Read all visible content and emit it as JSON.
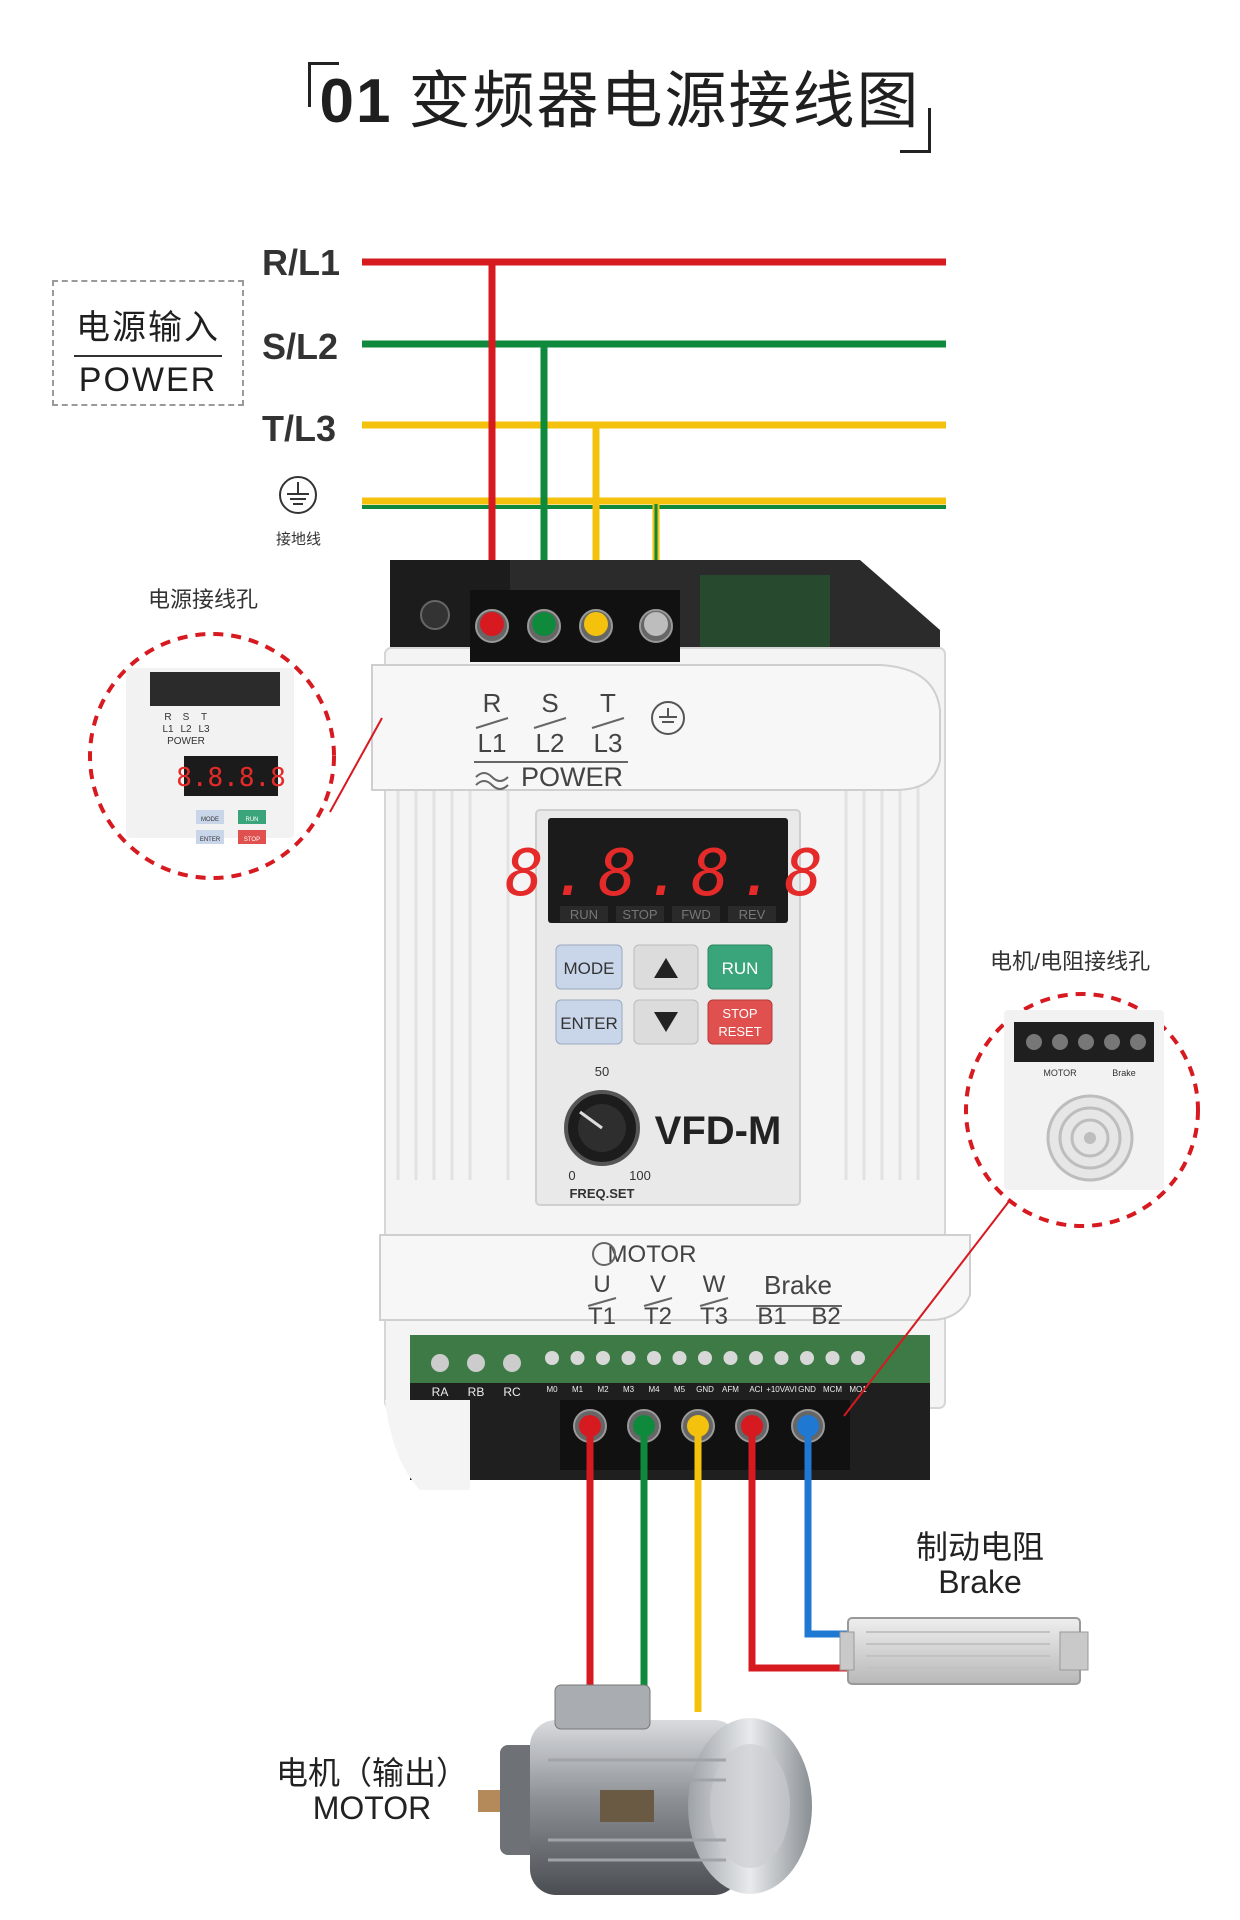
{
  "title": {
    "number": "01",
    "text": "变频器电源接线图"
  },
  "power_lines": {
    "r": "R/L1",
    "s": "S/L2",
    "t": "T/L3",
    "ground_label": "接地线"
  },
  "power_box": {
    "cn": "电源输入",
    "en": "POWER"
  },
  "callouts": {
    "left_title": "电源接线孔",
    "right_title": "电机/电阻接线孔"
  },
  "device": {
    "terminals_top": [
      "R",
      "S",
      "T"
    ],
    "terminals_top_sub": [
      "L1",
      "L2",
      "L3"
    ],
    "power_label": "POWER",
    "display_digits": "8.8.8.8",
    "status_leds": [
      "RUN",
      "STOP",
      "FWD",
      "REV"
    ],
    "buttons": {
      "mode": "MODE",
      "run": "RUN",
      "enter": "ENTER",
      "stop": "STOP",
      "reset": "RESET"
    },
    "knob": {
      "mid": "50",
      "min": "0",
      "max": "100",
      "label": "FREQ.SET"
    },
    "model": "VFD-M",
    "motor_label": "MOTOR",
    "motor_terminals": [
      "U",
      "V",
      "W"
    ],
    "motor_terminals_sub": [
      "T1",
      "T2",
      "T3"
    ],
    "brake_label": "Brake",
    "brake_terminals": [
      "B1",
      "B2"
    ],
    "relay_terminals": [
      "RA",
      "RB",
      "RC"
    ],
    "io_terminals": [
      "M0",
      "M1",
      "M2",
      "M3",
      "M4",
      "M5",
      "GND",
      "AFM",
      "ACI",
      "+10VAVI",
      "GND",
      "MCM",
      "MO1"
    ],
    "mini_display": "8.8.8.8",
    "mini_buttons": [
      "MODE",
      "RUN",
      "ENTER",
      "STOP"
    ],
    "mini_terminal_letters": [
      "R",
      "S",
      "T"
    ],
    "mini_terminal_sub": [
      "L1",
      "L2",
      "L3"
    ],
    "mini_power": "POWER",
    "mini_motor": "MOTOR",
    "mini_brake": "Brake"
  },
  "brake_resistor": {
    "cn": "制动电阻",
    "en": "Brake"
  },
  "motor": {
    "cn": "电机（输出）",
    "en": "MOTOR"
  },
  "colors": {
    "red": "#d71920",
    "green": "#0f8a3c",
    "yellow": "#f4c20d",
    "blue": "#1f78d1",
    "dashed_red": "#d71920"
  }
}
